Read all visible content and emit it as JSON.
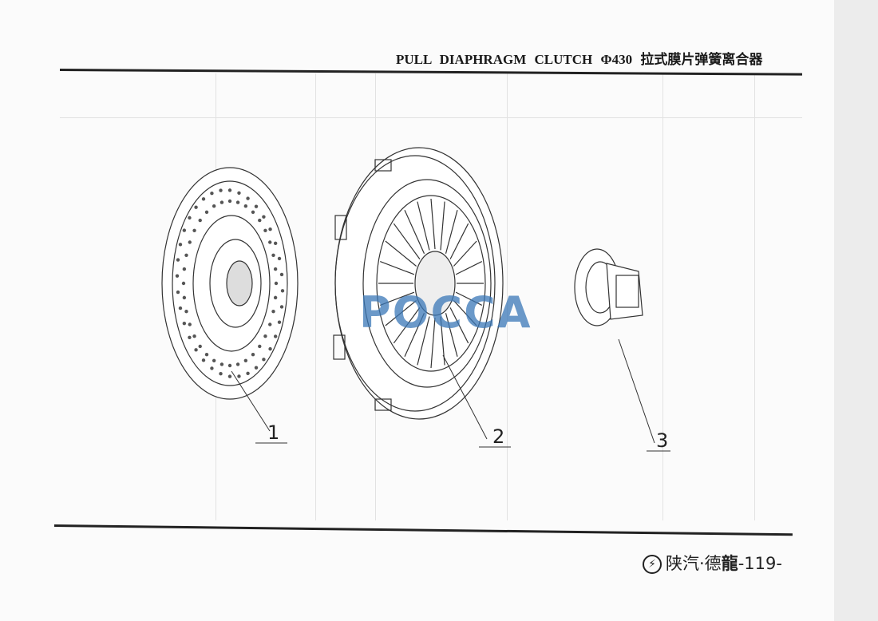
{
  "header": {
    "title": "PULL DIAPHRAGM CLUTCH Φ430 拉式膜片弹簧离合器"
  },
  "figure": {
    "callouts": [
      "1",
      "2",
      "3"
    ],
    "watermark": "POCCA"
  },
  "footer": {
    "brand": "陕汽·德",
    "brand_strong": "龍",
    "page_number": "-119-"
  }
}
